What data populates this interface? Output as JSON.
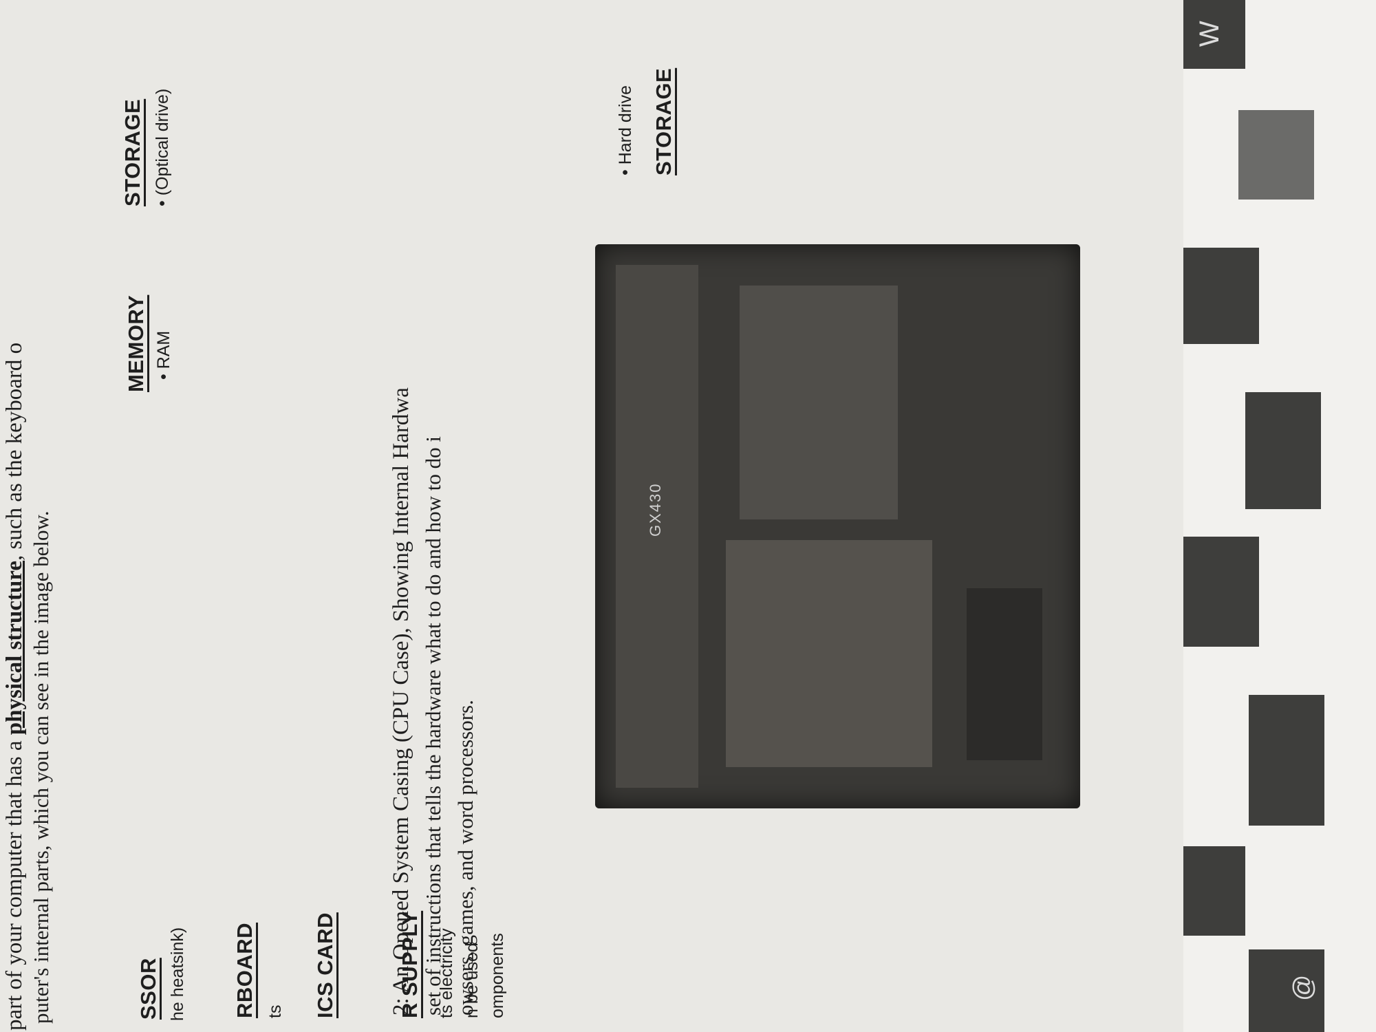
{
  "intro": {
    "line1_start": "part of your computer that has a",
    "line1_keyword": "physical structure",
    "line1_end": ", such as the keyboard o",
    "line2": "puter's internal parts, which you can see in the image below."
  },
  "labels": {
    "processor": "SSOR",
    "processor_note": "he heatsink)",
    "memory": "MEMORY",
    "memory_note": "• RAM",
    "storage_optical": "STORAGE",
    "storage_optical_note": "• (Optical drive)",
    "motherboard": "RBOARD",
    "motherboard_note": "ts",
    "graphics_card": "ICS CARD",
    "power_supply": "R SUPPLY",
    "power_note_1": "ts electricity",
    "power_note_2": "n be used",
    "power_note_3": "omponents",
    "storage_hdd": "STORAGE",
    "storage_hdd_note": "• Hard drive",
    "case_model": "GX430"
  },
  "caption": "2: An Opened System Casing (CPU Case), Showing Internal Hardwa",
  "software": {
    "line1": "set of instructions that tells the hardware what to do and how to do i",
    "line2": "owsers, games, and word processors."
  },
  "icons": {
    "word": "W",
    "at": "@"
  }
}
